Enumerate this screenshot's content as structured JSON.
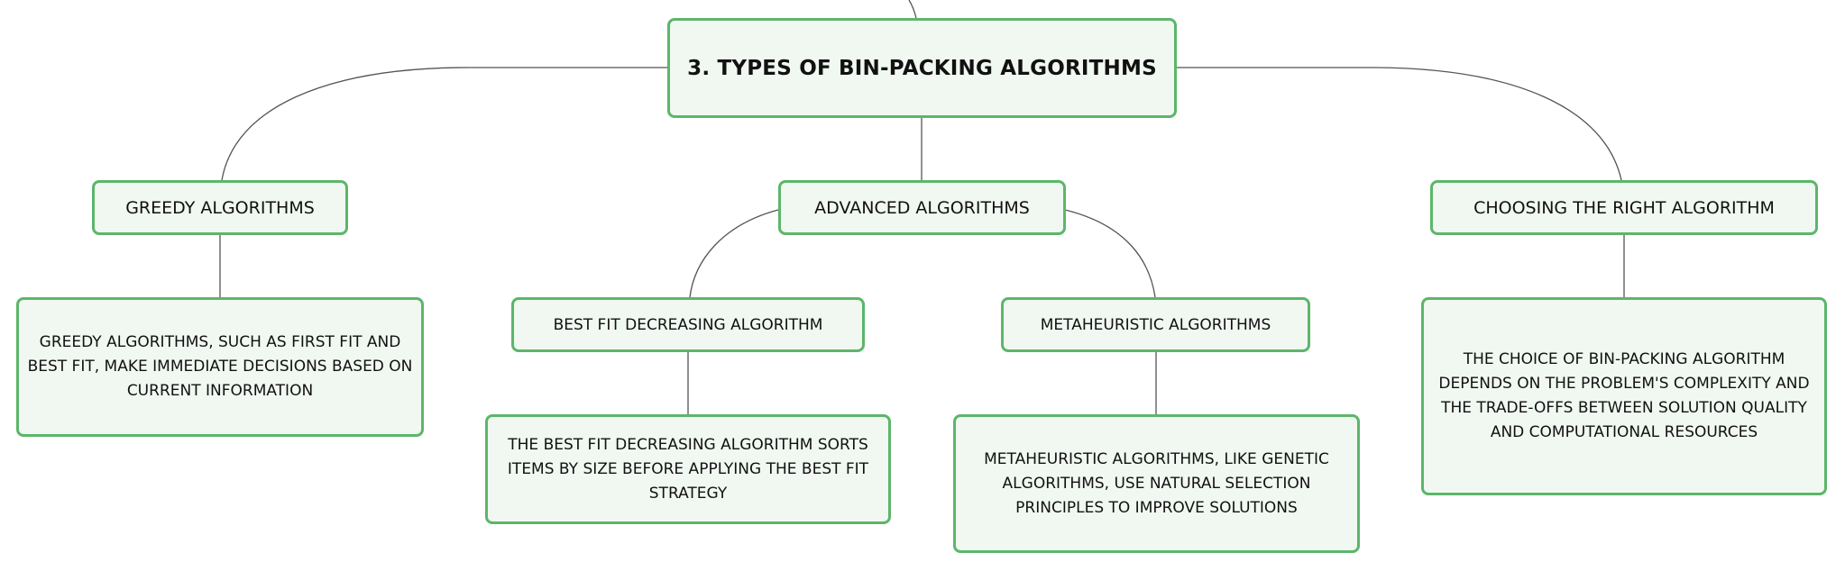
{
  "colors": {
    "node_border": "#5cb66a",
    "node_fill": "#f1f8f2",
    "connector": "#555555",
    "text": "#111111"
  },
  "diagram": {
    "root": "3. TYPES OF BIN-PACKING ALGORITHMS",
    "branches": {
      "greedy": {
        "title": "GREEDY ALGORITHMS",
        "detail": "GREEDY ALGORITHMS, SUCH AS FIRST FIT AND BEST FIT, MAKE IMMEDIATE DECISIONS BASED ON CURRENT INFORMATION"
      },
      "advanced": {
        "title": "ADVANCED ALGORITHMS",
        "children": {
          "best_fit_decreasing": {
            "title": "BEST FIT DECREASING ALGORITHM",
            "detail": "THE BEST FIT DECREASING ALGORITHM SORTS ITEMS BY SIZE BEFORE APPLYING THE BEST FIT STRATEGY"
          },
          "metaheuristic": {
            "title": "METAHEURISTIC ALGORITHMS",
            "detail": "METAHEURISTIC ALGORITHMS, LIKE GENETIC ALGORITHMS, USE NATURAL SELECTION PRINCIPLES TO IMPROVE SOLUTIONS"
          }
        }
      },
      "choosing": {
        "title": "CHOOSING THE RIGHT ALGORITHM",
        "detail": "THE CHOICE OF BIN-PACKING ALGORITHM DEPENDS ON THE PROBLEM'S COMPLEXITY AND THE TRADE-OFFS BETWEEN SOLUTION QUALITY AND COMPUTATIONAL RESOURCES"
      }
    }
  }
}
